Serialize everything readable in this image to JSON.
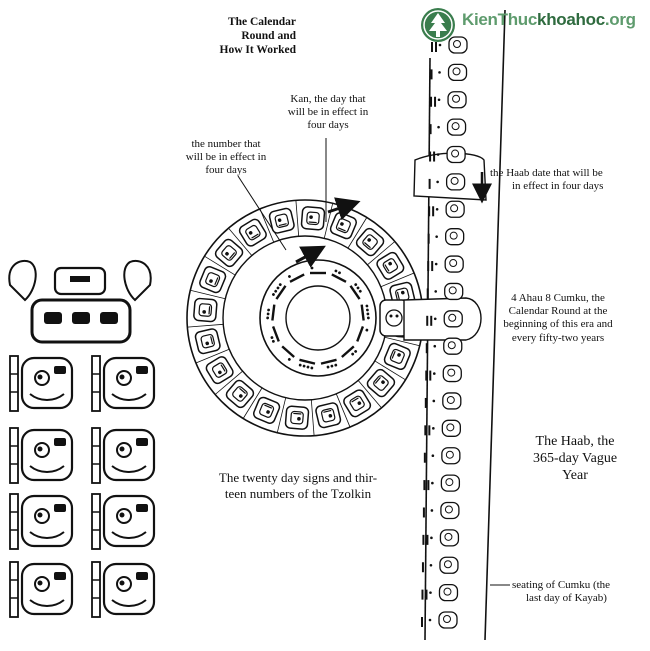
{
  "title": [
    "The Calendar",
    "Round and",
    "How It Worked"
  ],
  "labels": {
    "kan": [
      "Kan, the day that",
      "will be in effect in",
      "four days"
    ],
    "number": [
      "the number that",
      "will be in effect in",
      "four days"
    ],
    "haab_date": [
      "the Haab date that will be",
      "in effect in four days"
    ],
    "calendar_round": [
      "4 Ahau 8 Cumku, the",
      "Calendar Round at the",
      "beginning of this era and",
      "every fifty-two years"
    ],
    "haab": [
      "The Haab, the",
      "365-day Vague",
      "Year"
    ],
    "tzolkin": [
      "The twenty day signs and thir-",
      "teen numbers of the Tzolkin"
    ],
    "cumku": [
      "seating of Cumku (the",
      "last day of Kayab)"
    ]
  },
  "logo": {
    "part1": "KienThuc",
    "part2": "khoahoc",
    "part3": ".org"
  },
  "colors": {
    "ink": "#111111",
    "logo_light": "#5e9b6d",
    "logo_dark": "#3a7d4d",
    "background": "#ffffff"
  },
  "icons": [
    "tree-logo-icon",
    "day-sign-glyph-icon",
    "haab-month-glyph-icon",
    "arrow-icon",
    "ahau-glyph-icon"
  ]
}
